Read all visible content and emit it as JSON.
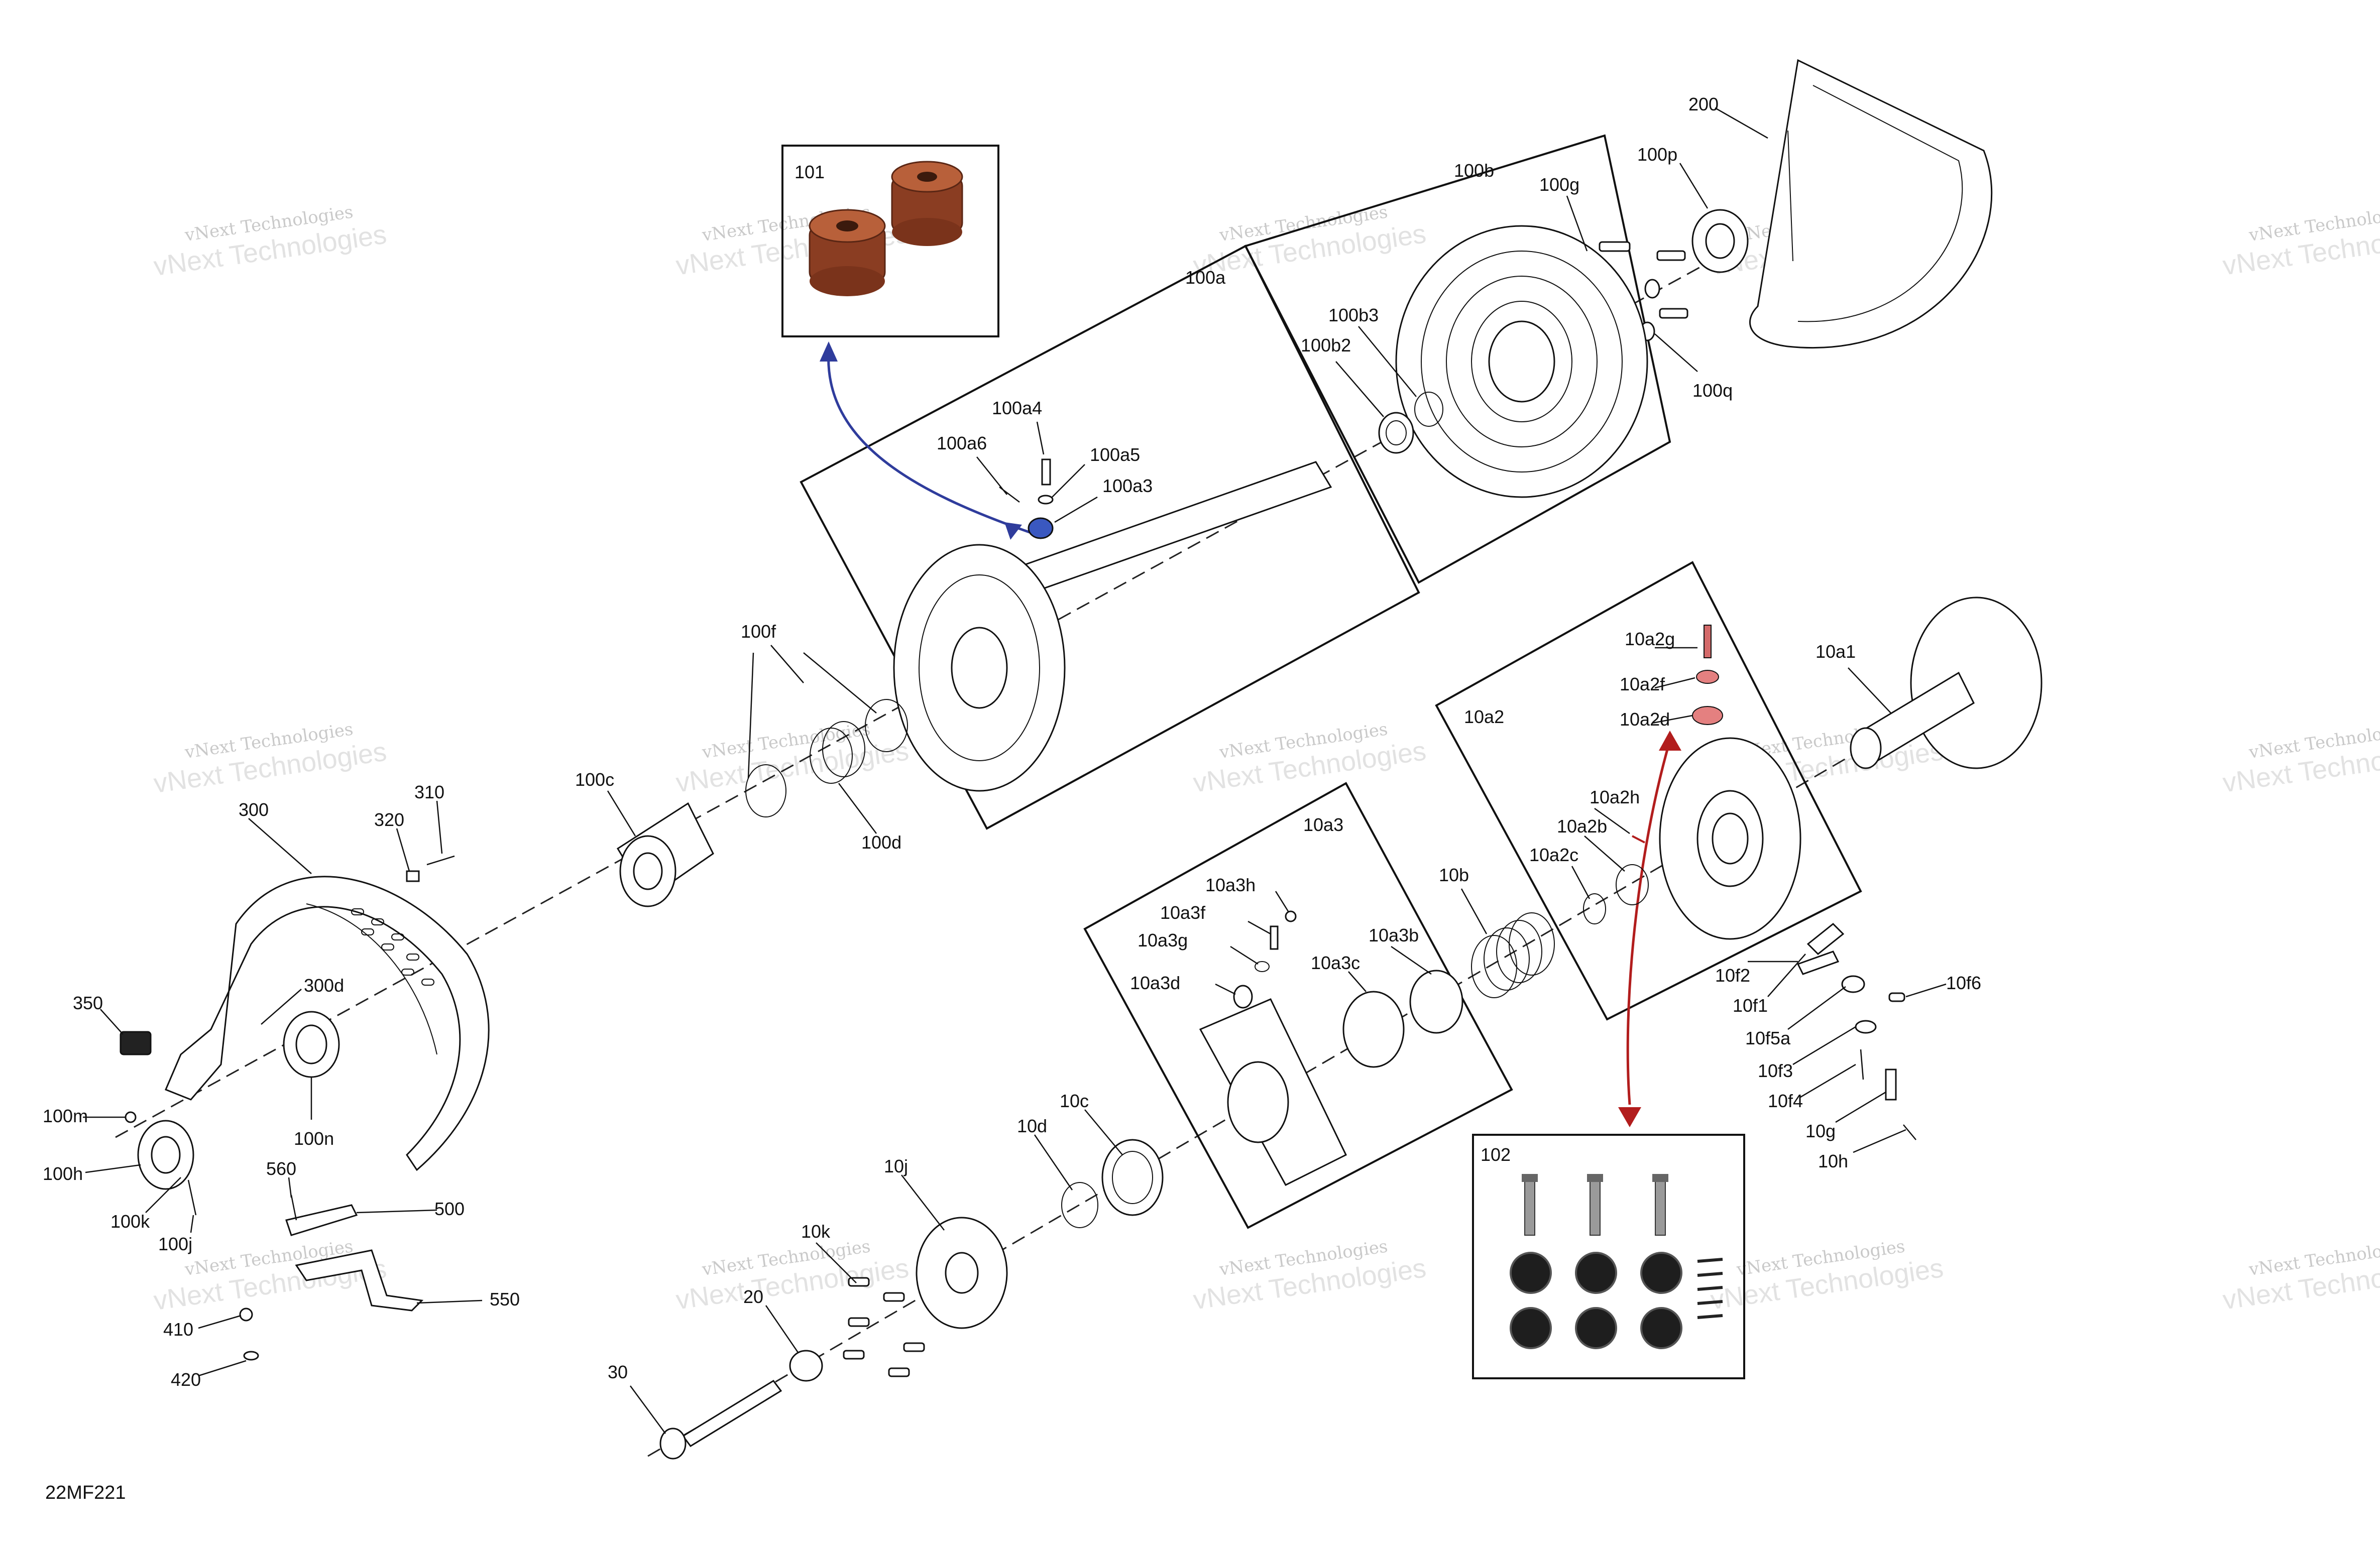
{
  "diagram_code": "22MF221",
  "watermark": {
    "line1": "vNext Technologies",
    "line2": "vNext Technologies"
  },
  "inset_101_label": "101",
  "inset_102_label": "102",
  "callout_colors": {
    "inset_101": "#2f3c9c",
    "inset_102": "#b21d1d",
    "bushing": "#8a3d22"
  },
  "labels": {
    "l200": "200",
    "l100p": "100p",
    "l100g": "100g",
    "l100b": "100b",
    "l100q": "100q",
    "l100b3": "100b3",
    "l100b2": "100b2",
    "l100a": "100a",
    "l100a4": "100a4",
    "l100a6": "100a6",
    "l100a5": "100a5",
    "l100a3": "100a3",
    "l100f": "100f",
    "l100c": "100c",
    "l100d": "100d",
    "l10a2g": "10a2g",
    "l10a2f": "10a2f",
    "l10a2d": "10a2d",
    "l10a1": "10a1",
    "l10a2": "10a2",
    "l10a2h": "10a2h",
    "l10a2b": "10a2b",
    "l10a2c": "10a2c",
    "l10a3": "10a3",
    "l10a3h": "10a3h",
    "l10a3f": "10a3f",
    "l10a3g": "10a3g",
    "l10a3d": "10a3d",
    "l10a3c": "10a3c",
    "l10a3b": "10a3b",
    "l10b": "10b",
    "l10f2": "10f2",
    "l10f1": "10f1",
    "l10f6": "10f6",
    "l10f5a": "10f5a",
    "l10f3": "10f3",
    "l10f4": "10f4",
    "l10g": "10g",
    "l10h": "10h",
    "l300": "300",
    "l310": "310",
    "l320": "320",
    "l350": "350",
    "l300d": "300d",
    "l100n": "100n",
    "l100m": "100m",
    "l100h": "100h",
    "l100k": "100k",
    "l100j": "100j",
    "l560": "560",
    "l500": "500",
    "l550": "550",
    "l410": "410",
    "l420": "420",
    "l10c": "10c",
    "l10d": "10d",
    "l10j": "10j",
    "l10k": "10k",
    "l20": "20",
    "l30": "30"
  }
}
